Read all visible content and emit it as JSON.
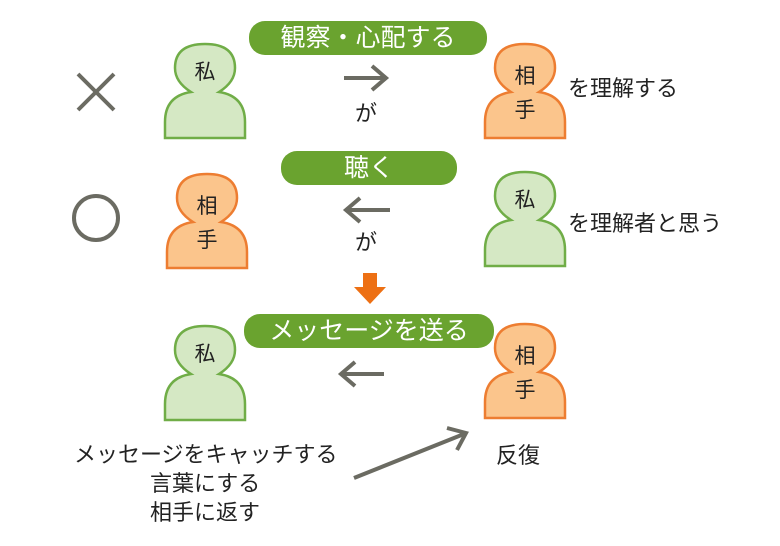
{
  "rows": [
    {
      "mark": "cross-icon",
      "pill": "観察・心配する",
      "particle": "が",
      "left_person": {
        "label_lines": [
          "私"
        ],
        "color": "green"
      },
      "right_person": {
        "label_lines": [
          "相",
          "手"
        ],
        "color": "orange"
      },
      "suffix": "を理解する"
    },
    {
      "mark": "circle-icon",
      "pill": "聴く",
      "particle": "が",
      "left_person": {
        "label_lines": [
          "相",
          "手"
        ],
        "color": "orange"
      },
      "right_person": {
        "label_lines": [
          "私"
        ],
        "color": "green"
      },
      "suffix": "を理解者と思う"
    },
    {
      "pill": "メッセージを送る",
      "left_person": {
        "label_lines": [
          "私"
        ],
        "color": "green"
      },
      "right_person": {
        "label_lines": [
          "相",
          "手"
        ],
        "color": "orange"
      },
      "notes": [
        "メッセージをキャッチする",
        "言葉にする",
        "相手に返す"
      ],
      "right_note": "反復"
    }
  ],
  "colors": {
    "green_fill": "#d5e8c4",
    "green_stroke": "#70ad47",
    "orange_fill": "#fbc58c",
    "orange_stroke": "#ed7d31",
    "pill": "#6aa32f",
    "arrow_gray": "#6b6b62",
    "arrow_orange": "#ed7014"
  }
}
